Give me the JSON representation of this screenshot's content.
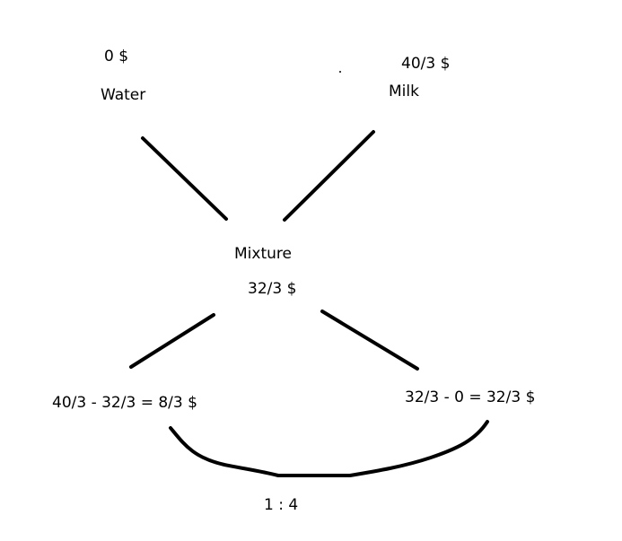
{
  "diagram": {
    "type": "alligation",
    "nodes": {
      "water": {
        "name": "Water",
        "price": "0 $"
      },
      "milk": {
        "name": "Milk",
        "price": "40/3 $"
      },
      "mixture": {
        "name": "Mixture",
        "price": "32/3 $"
      }
    },
    "differences": {
      "left": "40/3 - 32/3 = 8/3 $",
      "right": "32/3 - 0 = 32/3 $"
    },
    "ratio": "1 : 4",
    "colors": {
      "stroke": "#000000",
      "background": "#ffffff",
      "text": "#000000"
    }
  }
}
